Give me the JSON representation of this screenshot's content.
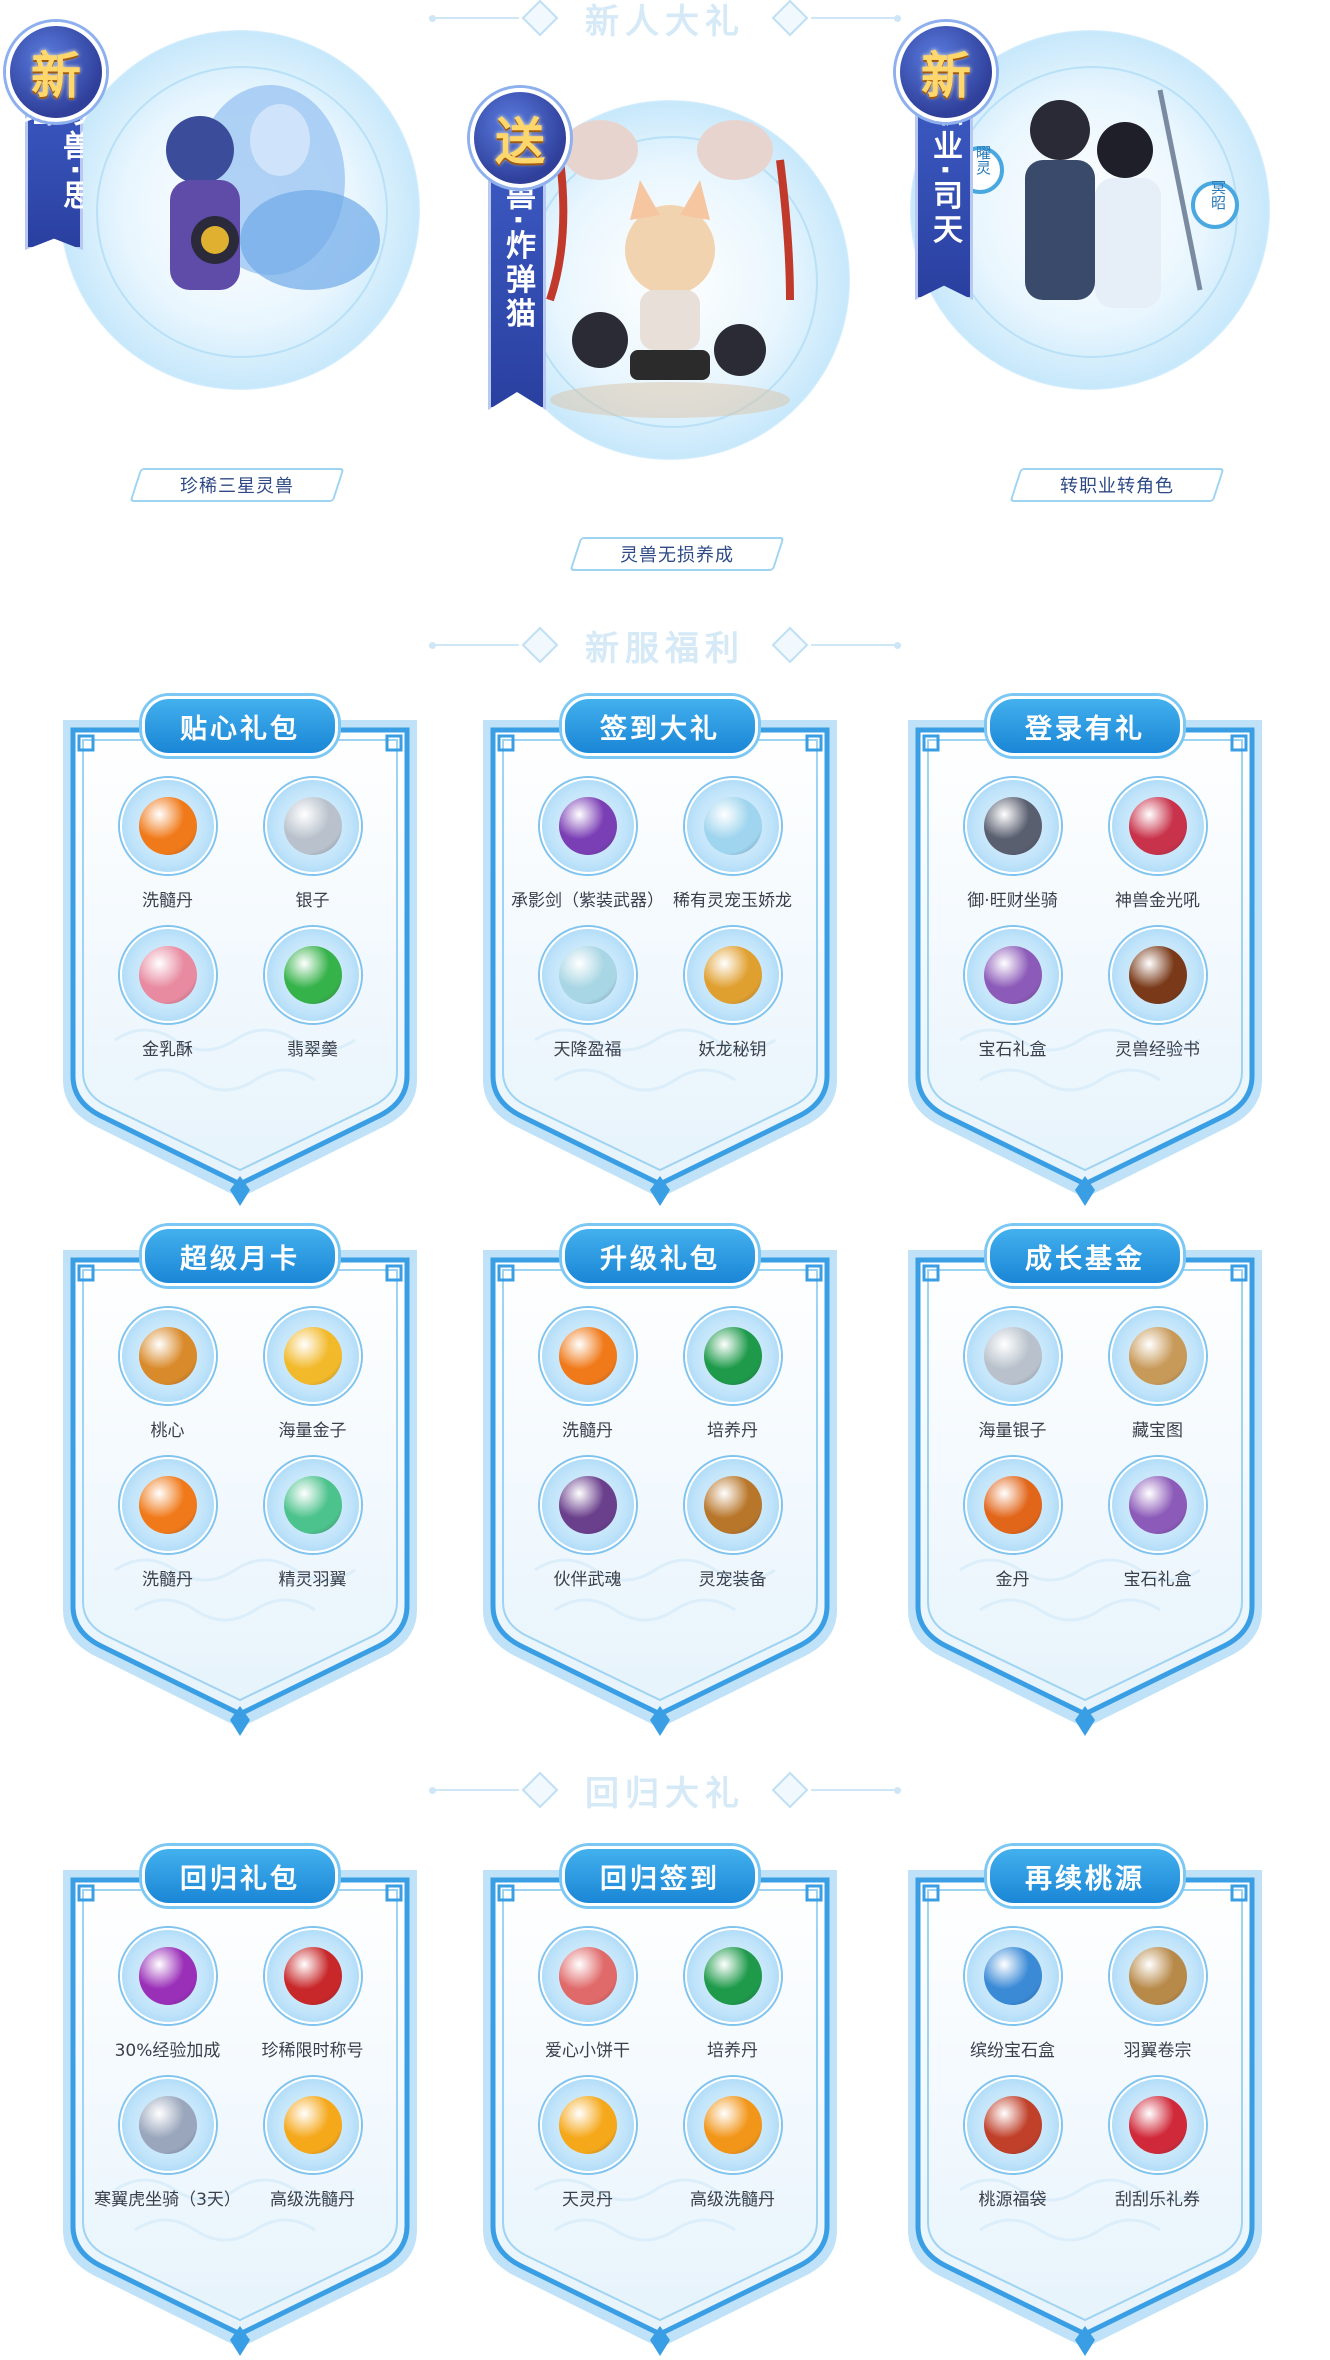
{
  "sections": {
    "newcomer": "新人大礼",
    "new_server": "新服福利",
    "return": "回归大礼"
  },
  "heroes": [
    {
      "badge": "新",
      "banner": "珍兽·思瑶",
      "label": "",
      "tag": "珍稀三星灵兽"
    },
    {
      "badge": "送",
      "banner": "珍兽·炸弹猫",
      "label": "",
      "tag": "灵兽无损养成"
    },
    {
      "badge": "新",
      "banner": "职业·司天",
      "label": "",
      "tag": "转职业转角色",
      "sub_left": "曜灵",
      "sub_right": "冥昭"
    }
  ],
  "cards": [
    {
      "title": "贴心礼包",
      "items": [
        {
          "name": "洗髓丹",
          "icon": "orange-orb-icon",
          "color": "#f07a1a"
        },
        {
          "name": "银子",
          "icon": "silver-ingot-icon",
          "color": "#b9c2cc"
        },
        {
          "name": "金乳酥",
          "icon": "pastry-icon",
          "color": "#e88aa0"
        },
        {
          "name": "翡翠羹",
          "icon": "jade-bowl-icon",
          "color": "#36b24a"
        }
      ]
    },
    {
      "title": "签到大礼",
      "items": [
        {
          "name": "承影剑（紫装武器）",
          "icon": "purple-sword-icon",
          "color": "#7b3fb5"
        },
        {
          "name": "稀有灵宠玉娇龙",
          "icon": "jade-dragon-pet-icon",
          "color": "#9fd5ee"
        },
        {
          "name": "天降盈福",
          "icon": "fortune-cloud-icon",
          "color": "#a8d6e4"
        },
        {
          "name": "妖龙秘钥",
          "icon": "golden-key-icon",
          "color": "#e0a030"
        }
      ]
    },
    {
      "title": "登录有礼",
      "items": [
        {
          "name": "御·旺财坐骑",
          "icon": "husky-mount-icon",
          "color": "#5a5f70"
        },
        {
          "name": "神兽金光吼",
          "icon": "golden-pouch-icon",
          "color": "#c8324a"
        },
        {
          "name": "宝石礼盒",
          "icon": "gem-box-icon",
          "color": "#8c5ab8"
        },
        {
          "name": "灵兽经验书",
          "icon": "exp-book-icon",
          "color": "#7a3a1a"
        }
      ]
    },
    {
      "title": "超级月卡",
      "items": [
        {
          "name": "桃心",
          "icon": "heart-coins-icon",
          "color": "#d98a2a"
        },
        {
          "name": "海量金子",
          "icon": "gold-ingots-icon",
          "color": "#f2b92a"
        },
        {
          "name": "洗髓丹",
          "icon": "orange-orb-icon",
          "color": "#f07a1a"
        },
        {
          "name": "精灵羽翼",
          "icon": "leaf-wings-icon",
          "color": "#4cc28c"
        }
      ]
    },
    {
      "title": "升级礼包",
      "items": [
        {
          "name": "洗髓丹",
          "icon": "orange-orb-icon",
          "color": "#f07a1a"
        },
        {
          "name": "培养丹",
          "icon": "green-orb-icon",
          "color": "#1e9a4a"
        },
        {
          "name": "伙伴武魂",
          "icon": "partner-portrait-icon",
          "color": "#6a3f8c"
        },
        {
          "name": "灵宠装备",
          "icon": "pet-gear-icon",
          "color": "#b8762a"
        }
      ]
    },
    {
      "title": "成长基金",
      "items": [
        {
          "name": "海量银子",
          "icon": "silver-ingot-icon",
          "color": "#b9c2cc"
        },
        {
          "name": "藏宝图",
          "icon": "treasure-map-icon",
          "color": "#c89a5a"
        },
        {
          "name": "金丹",
          "icon": "golden-elixir-icon",
          "color": "#e2661a"
        },
        {
          "name": "宝石礼盒",
          "icon": "gem-box-icon",
          "color": "#8c5ab8"
        }
      ]
    },
    {
      "title": "回归礼包",
      "items": [
        {
          "name": "30%经验加成",
          "icon": "exp-boost-icon",
          "color": "#9a2fb8"
        },
        {
          "name": "珍稀限时称号",
          "icon": "title-plaque-icon",
          "color": "#c8282a"
        },
        {
          "name": "寒翼虎坐骑（3天）",
          "icon": "white-tiger-mount-icon",
          "color": "#9aa6bc"
        },
        {
          "name": "高级洗髓丹",
          "icon": "golden-orb-icon",
          "color": "#f5a81a"
        }
      ]
    },
    {
      "title": "回归签到",
      "items": [
        {
          "name": "爱心小饼干",
          "icon": "heart-cookie-icon",
          "color": "#e06a6a"
        },
        {
          "name": "培养丹",
          "icon": "green-orb-icon",
          "color": "#1e9a4a"
        },
        {
          "name": "天灵丹",
          "icon": "golden-orb-icon",
          "color": "#f5a81a"
        },
        {
          "name": "高级洗髓丹",
          "icon": "golden-orb-icon",
          "color": "#f2961a"
        }
      ]
    },
    {
      "title": "再续桃源",
      "items": [
        {
          "name": "缤纷宝石盒",
          "icon": "gem-cluster-icon",
          "color": "#3a8ad6"
        },
        {
          "name": "羽翼卷宗",
          "icon": "scroll-icon",
          "color": "#b88a4a"
        },
        {
          "name": "桃源福袋",
          "icon": "lucky-bag-icon",
          "color": "#c0402a"
        },
        {
          "name": "刮刮乐礼券",
          "icon": "scratch-cards-icon",
          "color": "#d02a3a"
        }
      ]
    }
  ]
}
